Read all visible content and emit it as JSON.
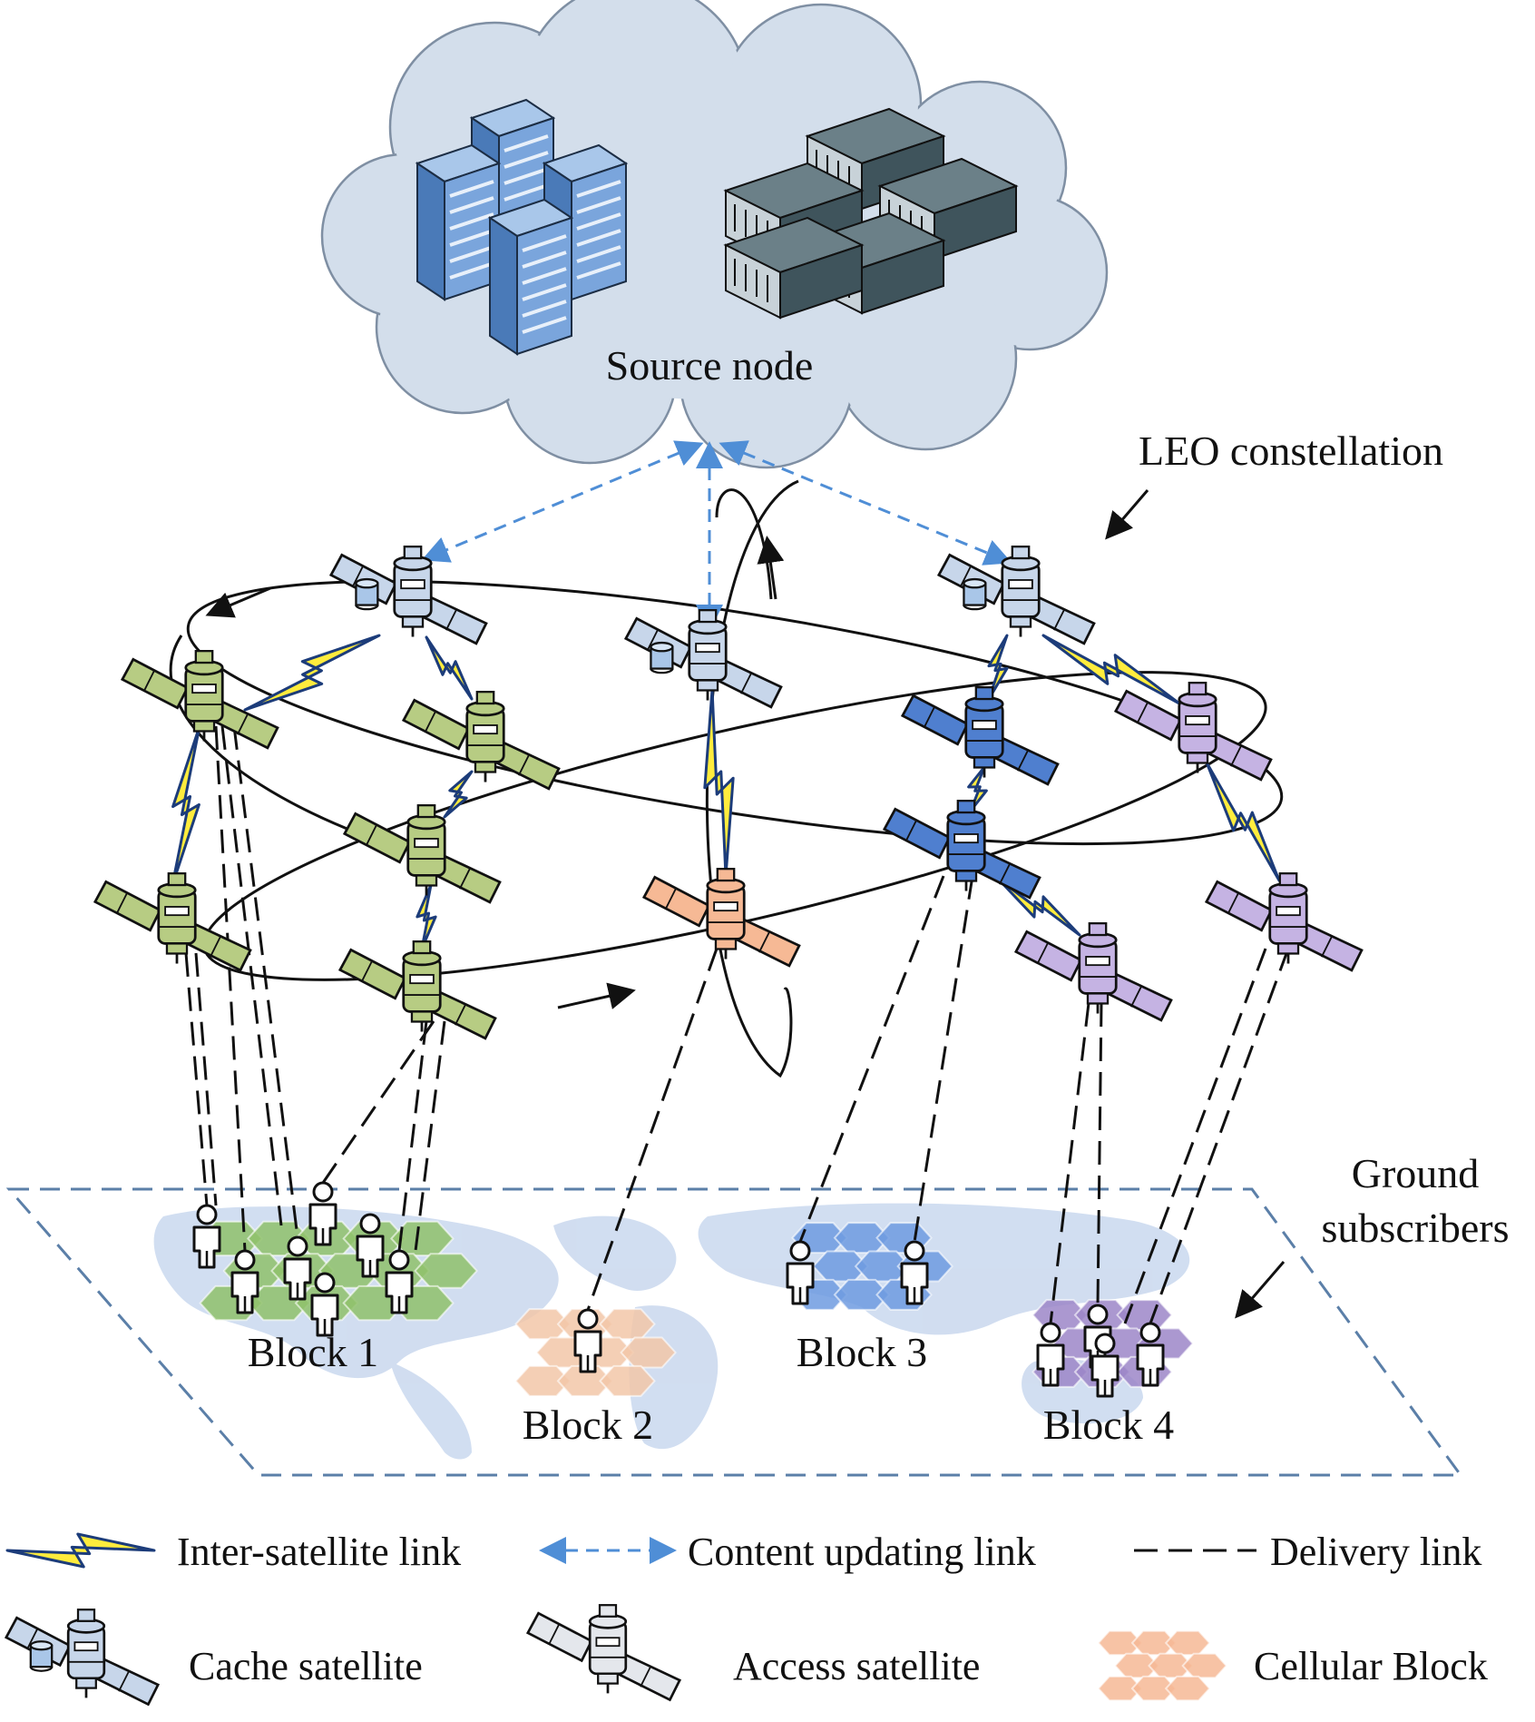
{
  "title": "",
  "source": {
    "label": "Source node"
  },
  "leo": {
    "label": "LEO constellation"
  },
  "ground": {
    "label_line1": "Ground",
    "label_line2": "subscribers"
  },
  "blocks": [
    {
      "label": "Block 1",
      "color": "#8fc16b"
    },
    {
      "label": "Block 2",
      "color": "#f2c7a8"
    },
    {
      "label": "Block 3",
      "color": "#6e9be0"
    },
    {
      "label": "Block 4",
      "color": "#9c86c8"
    }
  ],
  "legend": {
    "isl": "Inter-satellite link",
    "cul": "Content updating link",
    "delivery": "Delivery link",
    "cache": "Cache satellite",
    "access": "Access satellite",
    "cell": "Cellular Block"
  },
  "colors": {
    "green_sat": "#b7cc83",
    "blue_sat": "#4f7fcf",
    "purple_sat": "#c5b3e3",
    "orange_sat": "#f6b995",
    "cache_sat": "#c7d6ea",
    "update_link": "#4f8ed6",
    "bolt_fill": "#ffec3d",
    "bolt_stroke": "#1c3c7a",
    "cloud": "#d3deeb",
    "map": "#c9d8ee"
  }
}
